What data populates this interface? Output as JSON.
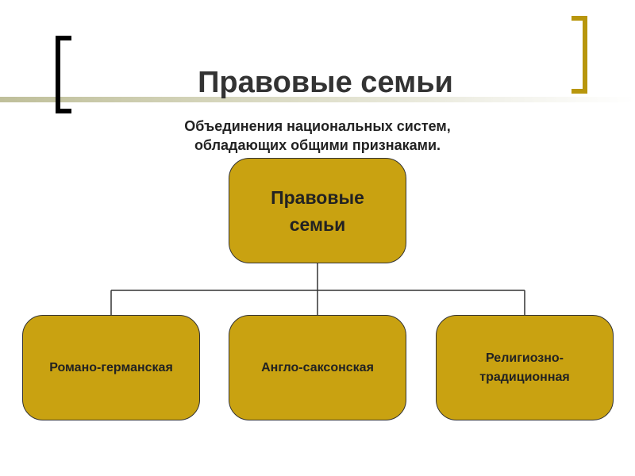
{
  "slide": {
    "title": "Правовые семьи",
    "subtitle_line1": "Объединения национальных систем,",
    "subtitle_line2": "обладающих общими признаками."
  },
  "diagram": {
    "root": {
      "label": "Правовые семьи"
    },
    "children": [
      {
        "label": "Романо-германская"
      },
      {
        "label": "Англо-саксонская"
      },
      {
        "label": "Религиозно-традиционная"
      }
    ]
  },
  "colors": {
    "box_fill": "#c9a211",
    "box_border": "#333333",
    "left_bracket": "#000000",
    "right_bracket": "#b8960c",
    "accent_bar": "#bfbf9a"
  }
}
